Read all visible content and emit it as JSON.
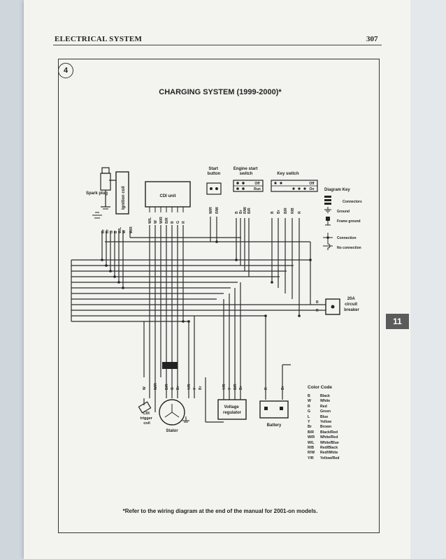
{
  "page": {
    "section_header": "ELECTRICAL SYSTEM",
    "page_number": "307",
    "figure_number": "4",
    "chapter_tab": "11",
    "title": "CHARGING SYSTEM (1999-2000)*",
    "footnote": "*Refer to the wiring diagram at the end of the manual for 2001-on models."
  },
  "components": {
    "spark_plug": "Spark plug",
    "ignition_coil": "Ignition coil",
    "cdi_unit": "CDI unit",
    "start_button": [
      "Start",
      "button"
    ],
    "engine_start_switch": [
      "Engine start",
      "switch"
    ],
    "key_switch": "Key switch",
    "off": "Off",
    "run": "Run",
    "on": "On",
    "breaker": [
      "20A",
      "circuit",
      "breaker"
    ],
    "cdi_trigger_coil": [
      "CDI",
      "trigger",
      "coil"
    ],
    "stator": "Stator",
    "voltage_regulator": [
      "Voltage",
      "regulator"
    ],
    "battery": "Battery"
  },
  "wire_labels": {
    "coil_pins": [
      "Br",
      "Br",
      "G",
      "B",
      "W/L",
      "W",
      "W/R"
    ],
    "cdi_pins": [
      "W/L",
      "W",
      "W/R",
      "B/R",
      "B",
      "G",
      "R"
    ],
    "start_button_pins": [
      "W/R",
      "R/W"
    ],
    "engine_start_pins": [
      "B",
      "Br",
      "R/W",
      "B/R"
    ],
    "key_switch_pins": [
      "B",
      "Br",
      "B/R",
      "R/B",
      "R"
    ],
    "breaker_pins": [
      "R",
      "R"
    ],
    "stator_pins": [
      "W",
      "W/R",
      "B/R",
      "G",
      "Br"
    ],
    "stator_right_pins": [
      "Y/R",
      "Y",
      "Br"
    ],
    "regulator_pins": [
      "Y/R",
      "Y",
      "B/R",
      "Br"
    ],
    "battery_pins": [
      "R",
      "Br"
    ]
  },
  "diagram_key": {
    "title": "Diagram Key",
    "items": [
      "Connectors",
      "Ground",
      "Frame ground",
      "Connection",
      "No connection"
    ]
  },
  "color_code": {
    "title": "Color Code",
    "entries": [
      {
        "code": "B",
        "name": "Black"
      },
      {
        "code": "W",
        "name": "White"
      },
      {
        "code": "R",
        "name": "Red"
      },
      {
        "code": "G",
        "name": "Green"
      },
      {
        "code": "L",
        "name": "Blue"
      },
      {
        "code": "Y",
        "name": "Yellow"
      },
      {
        "code": "Br",
        "name": "Brown"
      },
      {
        "code": "B/R",
        "name": "Black/Red"
      },
      {
        "code": "W/R",
        "name": "White/Red"
      },
      {
        "code": "W/L",
        "name": "White/Blue"
      },
      {
        "code": "R/B",
        "name": "Red/Black"
      },
      {
        "code": "R/W",
        "name": "Red/White"
      },
      {
        "code": "Y/R",
        "name": "Yellow/Red"
      }
    ]
  }
}
